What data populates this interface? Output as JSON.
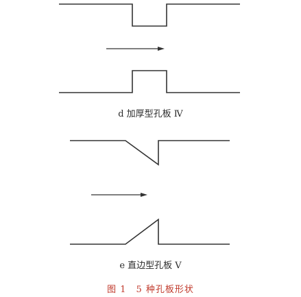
{
  "captions": {
    "d": "d 加厚型孔板 Ⅳ",
    "e": "e 直边型孔板 V",
    "figure": "图 1　5 种孔板形状"
  },
  "colors": {
    "line": "#333333",
    "caption": "#2b2b2b",
    "figure_caption": "#c0392b"
  }
}
